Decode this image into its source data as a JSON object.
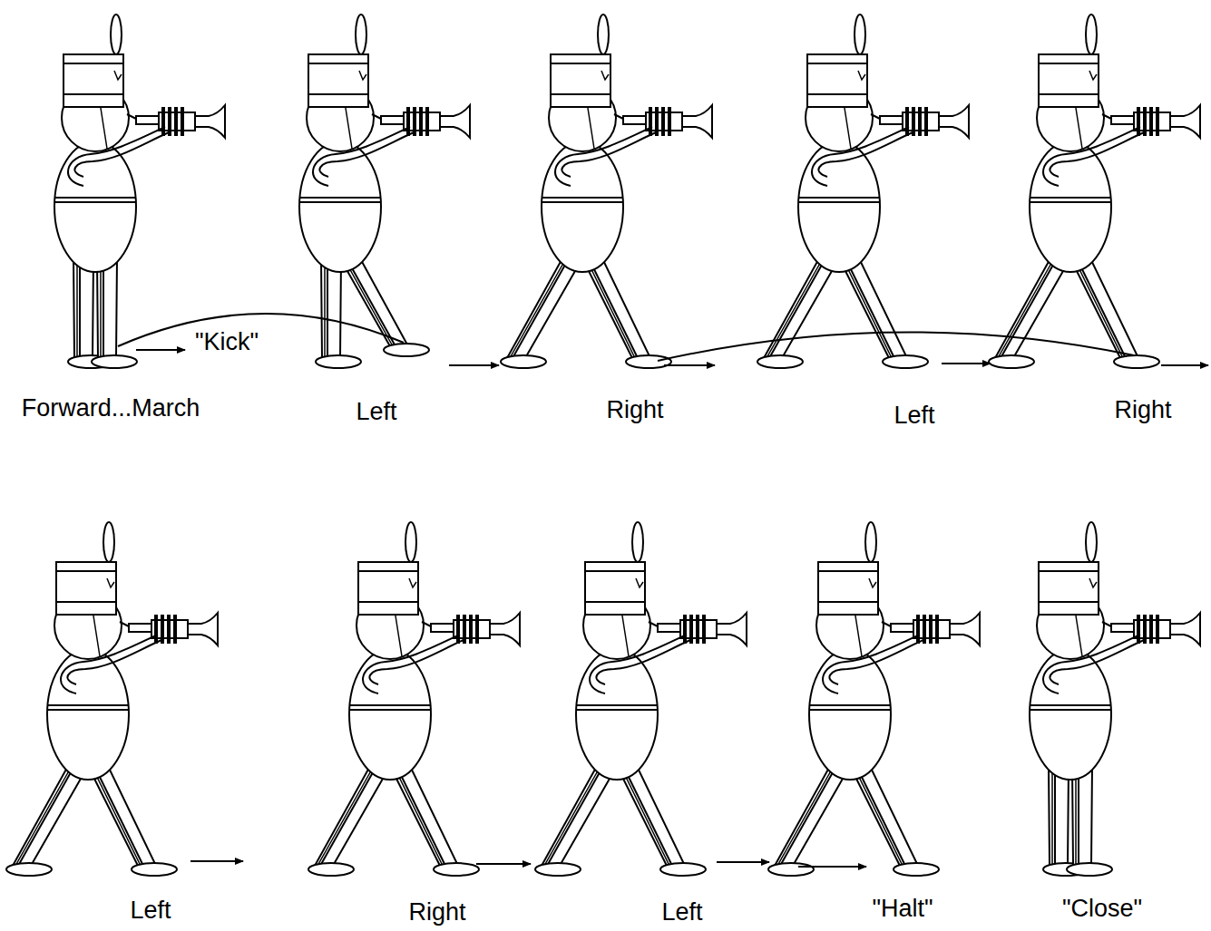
{
  "diagram": {
    "labels": [
      "\"Kick\"",
      "Forward...March",
      "Left",
      "Right",
      "Left",
      "Right",
      "Left",
      "Right",
      "Left",
      "\"Halt\"",
      "\"Close\""
    ]
  }
}
